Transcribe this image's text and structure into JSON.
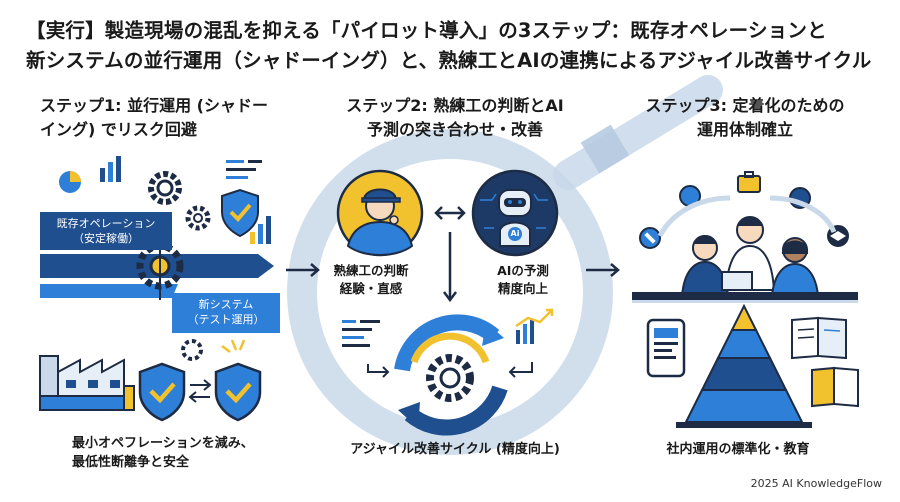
{
  "title": {
    "line1": "【実行】製造現場の混乱を抑える「パイロット導入」の3ステップ：既存オペレーションと",
    "line2": "新システムの並行運用（シャドーイング）と、熟練工とAIの連携によるアジャイル改善サイクル"
  },
  "steps": [
    {
      "title_line1": "ステップ1: 並行運用 (シャドー",
      "title_line2": "イング) でリスク回避",
      "caption_line1": "最小オペフレーションを減み、",
      "caption_line2": "最低性断離争と安全",
      "existing_ops_line1": "既存オペレーション",
      "existing_ops_line2": "（安定稼働）",
      "new_system_line1": "新システム",
      "new_system_line2": "（テスト運用）"
    },
    {
      "title_line1": "ステップ2: 熟練工の判断とAI",
      "title_line2": "予測の突き合わせ・改善",
      "expert_line1": "熟練工の判断",
      "expert_line2": "経験・直感",
      "ai_line1": "AIの予測",
      "ai_line2": "精度向上",
      "ai_badge": "Ai",
      "caption": "アジャイル改善サイクル (精度向上)"
    },
    {
      "title_line1": "ステップ3: 定着化のための",
      "title_line2": "運用体制確立",
      "caption": "社内運用の標準化・教育"
    }
  ],
  "footer": "2025 AI KnowledgeFlow",
  "colors": {
    "navy": "#1f4f8f",
    "blue": "#2e7fd8",
    "light_blue": "#c9d9ea",
    "yellow": "#f2c12e",
    "dark": "#1d2b44"
  }
}
